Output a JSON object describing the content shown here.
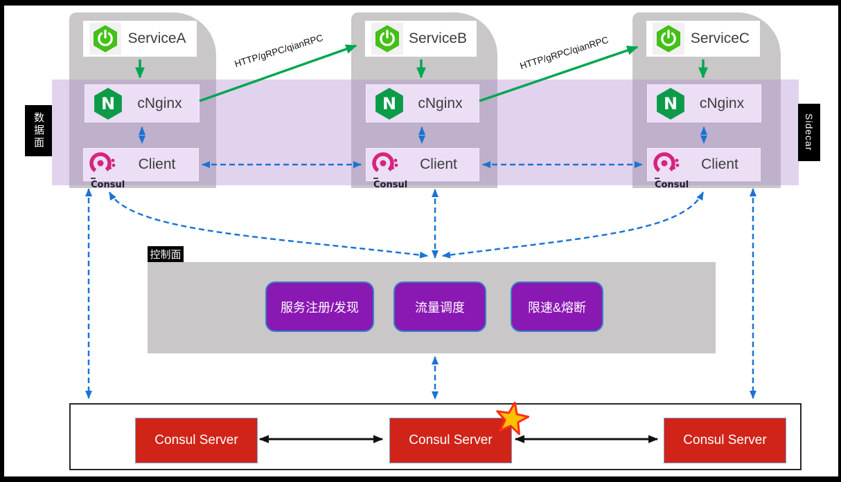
{
  "data_plane_label": "数据面",
  "sidecar_label": "Sidecar",
  "columns": [
    {
      "service": "ServiceA",
      "proxy": "cNginx",
      "client": "Client",
      "client_logo": "Consul"
    },
    {
      "service": "ServiceB",
      "proxy": "cNginx",
      "client": "Client",
      "client_logo": "Consul"
    },
    {
      "service": "ServiceC",
      "proxy": "cNginx",
      "client": "Client",
      "client_logo": "Consul"
    }
  ],
  "rpc_links": [
    {
      "label": "HTTP/gRPC/qianRPC"
    },
    {
      "label": "HTTP/gRPC/qianRPC"
    }
  ],
  "control_plane": {
    "tag": "控制面",
    "buttons": [
      "服务注册/发现",
      "流量调度",
      "限速&熔断"
    ]
  },
  "consul_cluster": {
    "servers": [
      "Consul Server",
      "Consul Server",
      "Consul Server"
    ]
  },
  "icons": {
    "service": "spring-boot-icon",
    "proxy": "nginx-icon",
    "nginx_letter": "N",
    "client": "consul-icon",
    "leader_marker": "star-icon"
  },
  "colors": {
    "panel_gray": "#c9c7c8",
    "band_purple": "rgba(176,140,207,0.38)",
    "node_lavender": "#ebdef5",
    "green_arrow": "#00a651",
    "blue_arrow": "#1b73d3",
    "spring_green": "#43c117",
    "nginx_green": "#0c9b49",
    "consul_magenta": "#d6247e",
    "button_purple": "#8a18b2",
    "server_red": "#d02418",
    "star_gold": "#ffc000"
  }
}
